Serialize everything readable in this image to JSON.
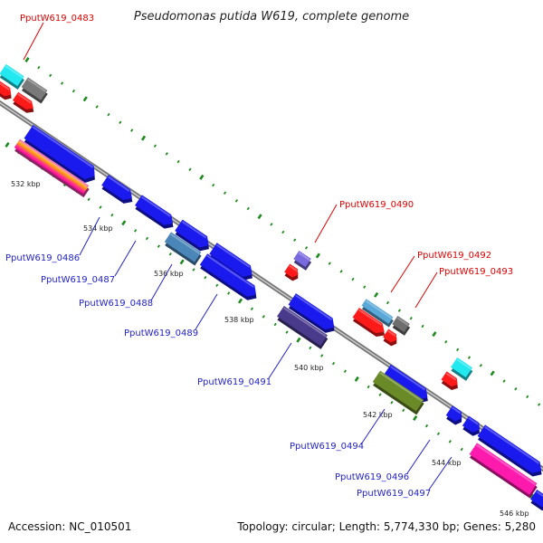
{
  "title": "Pseudomonas putida W619, complete genome",
  "footer": {
    "accession": "Accession: NC_010501",
    "topology": "Topology: circular; Length: 5,774,330 bp; Genes: 5,280"
  },
  "colors": {
    "blue_label": "#1a1aff",
    "red_label": "#e00000",
    "backbone": "#888888",
    "tick": "#1c8a1c"
  },
  "tick_labels": [
    "532 kbp",
    "534 kbp",
    "536 kbp",
    "538 kbp",
    "540 kbp",
    "542 kbp",
    "544 kbp",
    "546 kbp"
  ],
  "gene_labels": {
    "g0483": "PputW619_0483",
    "g0486": "PputW619_0486",
    "g0487": "PputW619_0487",
    "g0488": "PputW619_0488",
    "g0489": "PputW619_0489",
    "g0490": "PputW619_0490",
    "g0491": "PputW619_0491",
    "g0492": "PputW619_0492",
    "g0493": "PputW619_0493",
    "g0494": "PputW619_0494",
    "g0496": "PputW619_0496",
    "g0497": "PputW619_0497"
  }
}
